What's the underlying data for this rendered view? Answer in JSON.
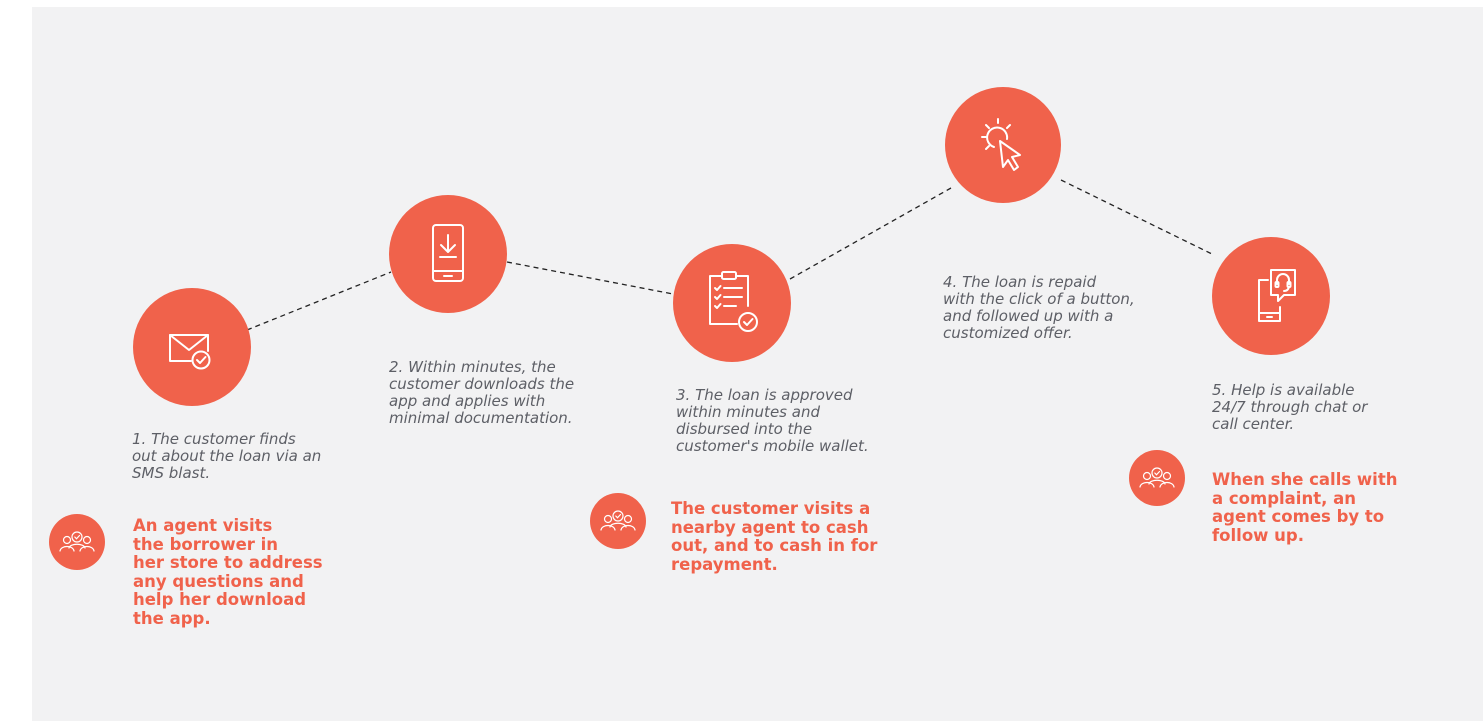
{
  "accent_color": "#f0624b",
  "steps": [
    {
      "icon": "envelope-check-icon",
      "caption": "1. The customer finds\nout about the loan via an\nSMS blast.",
      "agent_icon": "agent-group-icon",
      "agent_note": "An agent visits\nthe borrower in\nher store to address\nany questions and\nhelp her download\nthe app."
    },
    {
      "icon": "phone-download-icon",
      "caption": "2. Within minutes, the\ncustomer downloads the\napp and applies with\nminimal documentation."
    },
    {
      "icon": "clipboard-check-icon",
      "caption": "3. The loan is approved\nwithin minutes and\ndisbursed into the\ncustomer's mobile wallet.",
      "agent_icon": "agent-group-icon",
      "agent_note": "The customer visits a\nnearby agent to cash\nout, and to cash in for\nrepayment."
    },
    {
      "icon": "cursor-click-icon",
      "caption": "4. The loan is repaid\nwith the click of a button,\nand followed up with a\ncustomized offer."
    },
    {
      "icon": "phone-support-icon",
      "caption": "5. Help is available\n24/7 through chat or\ncall center.",
      "agent_icon": "agent-group-icon",
      "agent_note": "When she calls with\na complaint, an\nagent comes by to\nfollow up."
    }
  ]
}
